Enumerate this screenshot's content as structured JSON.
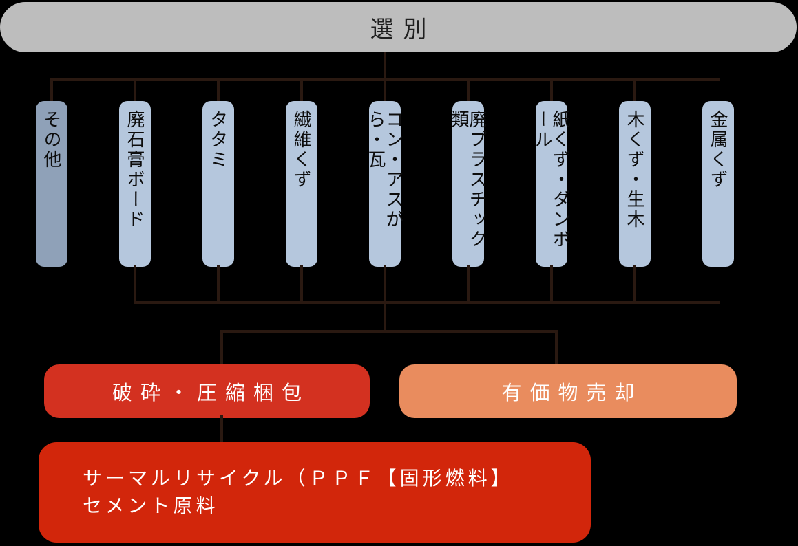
{
  "colors": {
    "background": "#000000",
    "header-gray": "#bdbdbd",
    "category-blue": "#b5c7dd",
    "category-slate": "#8fa1b8",
    "process-red": "#d33120",
    "process-orange": "#e98c5e",
    "output-red": "#d2260b",
    "line-brown": "#2a1911",
    "text-light": "#ffffff"
  },
  "header": {
    "label": "選別"
  },
  "categories": {
    "items": [
      {
        "label": "その他"
      },
      {
        "label": "廃石膏ボード"
      },
      {
        "label": "タタミ"
      },
      {
        "label": "繊維くず"
      },
      {
        "label": "コン・アスがら・瓦"
      },
      {
        "label": "廃プラスチック類"
      },
      {
        "label": "紙くず・ダンボール"
      },
      {
        "label": "木くず・生木"
      },
      {
        "label": "金属くず"
      }
    ]
  },
  "processes": {
    "crush": {
      "label": "破砕・圧縮梱包"
    },
    "sale": {
      "label": "有価物売却"
    }
  },
  "output": {
    "line1": "サーマルリサイクル（ＰＰＦ【固形燃料】",
    "line2": "セメント原料"
  }
}
